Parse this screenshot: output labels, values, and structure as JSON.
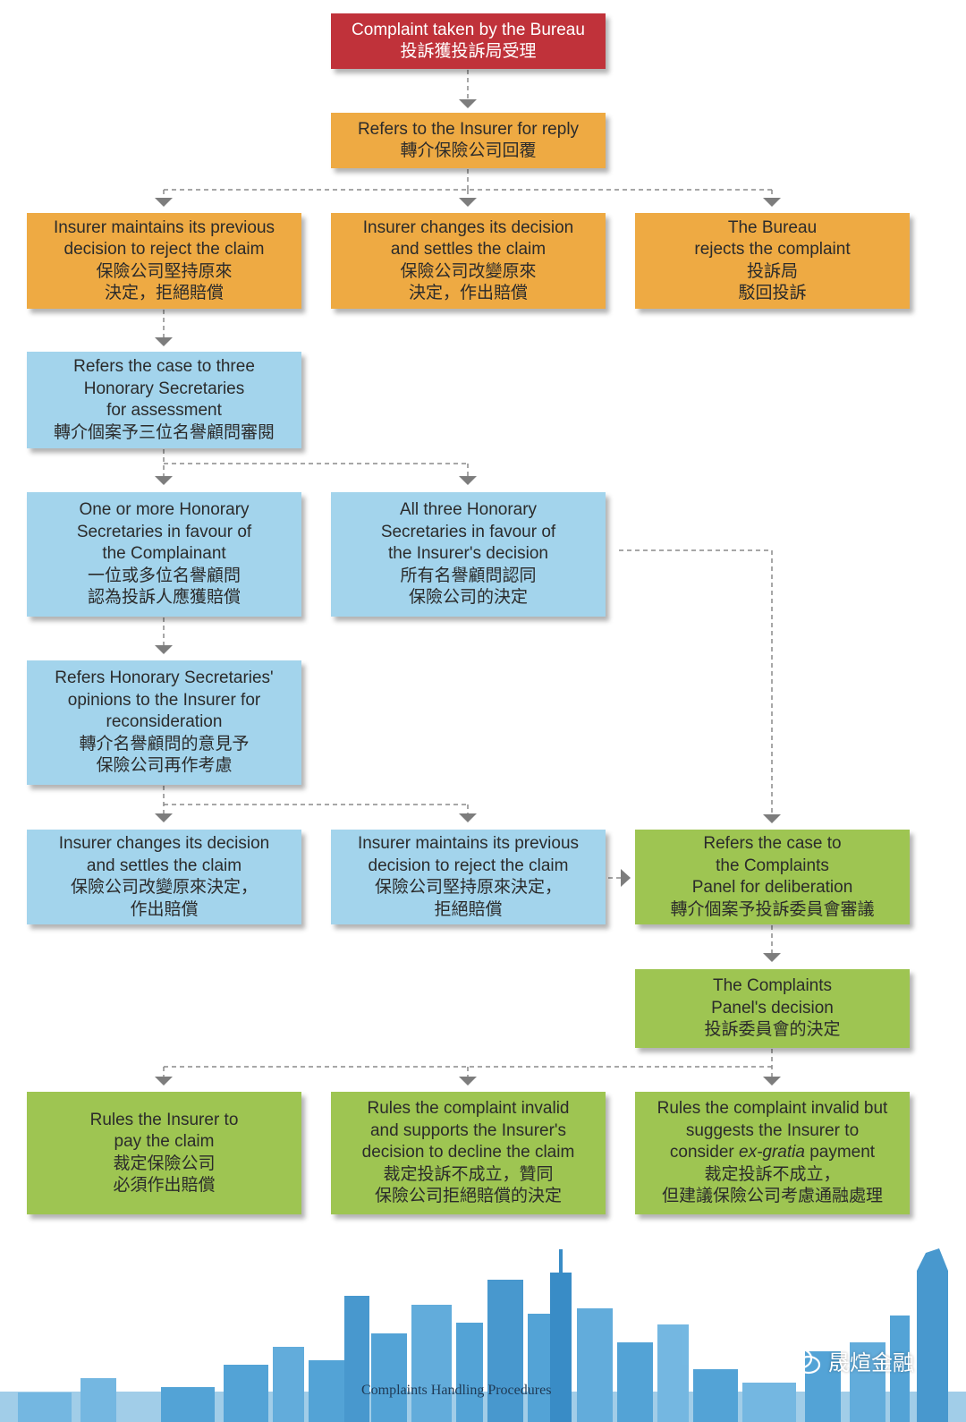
{
  "diagram": {
    "nodes": {
      "n1": [
        "Complaint taken by the Bureau",
        "投訴獲投訴局受理"
      ],
      "n2": [
        "Refers to the Insurer for reply",
        "轉介保險公司回覆"
      ],
      "n3": [
        "Insurer maintains its previous",
        "decision to reject the claim",
        "保險公司堅持原來",
        "決定，拒絕賠償"
      ],
      "n4": [
        "Insurer changes its decision",
        "and settles the claim",
        "保險公司改變原來",
        "決定，作出賠償"
      ],
      "n5": [
        "The Bureau",
        "rejects the complaint",
        "投訴局",
        "駁回投訴"
      ],
      "n6": [
        "Refers the case to three",
        "Honorary Secretaries",
        "for assessment",
        "轉介個案予三位名譽顧問審閱"
      ],
      "n7": [
        "One or more Honorary",
        "Secretaries in favour of",
        "the Complainant",
        "一位或多位名譽顧問",
        "認為投訴人應獲賠償"
      ],
      "n8": [
        "All three Honorary",
        "Secretaries in favour of",
        "the Insurer's decision",
        "所有名譽顧問認同",
        "保險公司的決定"
      ],
      "n9": [
        "Refers Honorary Secretaries'",
        "opinions to the Insurer for",
        "reconsideration",
        "轉介名譽顧問的意見予",
        "保險公司再作考慮"
      ],
      "n10": [
        "Insurer changes its decision",
        "and settles the claim",
        "保險公司改變原來決定，",
        "作出賠償"
      ],
      "n11": [
        "Insurer maintains its previous",
        "decision to reject the claim",
        "保險公司堅持原來決定，",
        "拒絕賠償"
      ],
      "n12": [
        "Refers the case to",
        "the Complaints",
        "Panel for deliberation",
        "轉介個案予投訴委員會審議"
      ],
      "n13": [
        "The Complaints",
        "Panel's decision",
        "投訴委員會的決定"
      ],
      "n14": [
        "Rules the Insurer to",
        "pay the claim",
        "裁定保險公司",
        "必須作出賠償"
      ],
      "n15": [
        "Rules the complaint invalid",
        "and supports the Insurer's",
        "decision to decline the claim",
        "裁定投訴不成立，贊同",
        "保險公司拒絕賠償的決定"
      ],
      "n16": [
        "Rules the complaint invalid but",
        "suggests the Insurer to",
        "consider ex-gratia payment",
        "裁定投訴不成立，",
        "但建議保險公司考慮通融處理"
      ]
    },
    "emphasis": {
      "node": "n16",
      "line": 2,
      "text": "ex-gratia"
    }
  },
  "footer": {
    "title": "Complaints Handling Procedures",
    "watermark": "晟煊金融"
  },
  "colors": {
    "red": "#c0323a",
    "orange": "#eeaa43",
    "blue": "#a3d4ec",
    "green": "#9ec552",
    "connector": "#8a8a8a",
    "skyline": "#4a9fd4"
  }
}
